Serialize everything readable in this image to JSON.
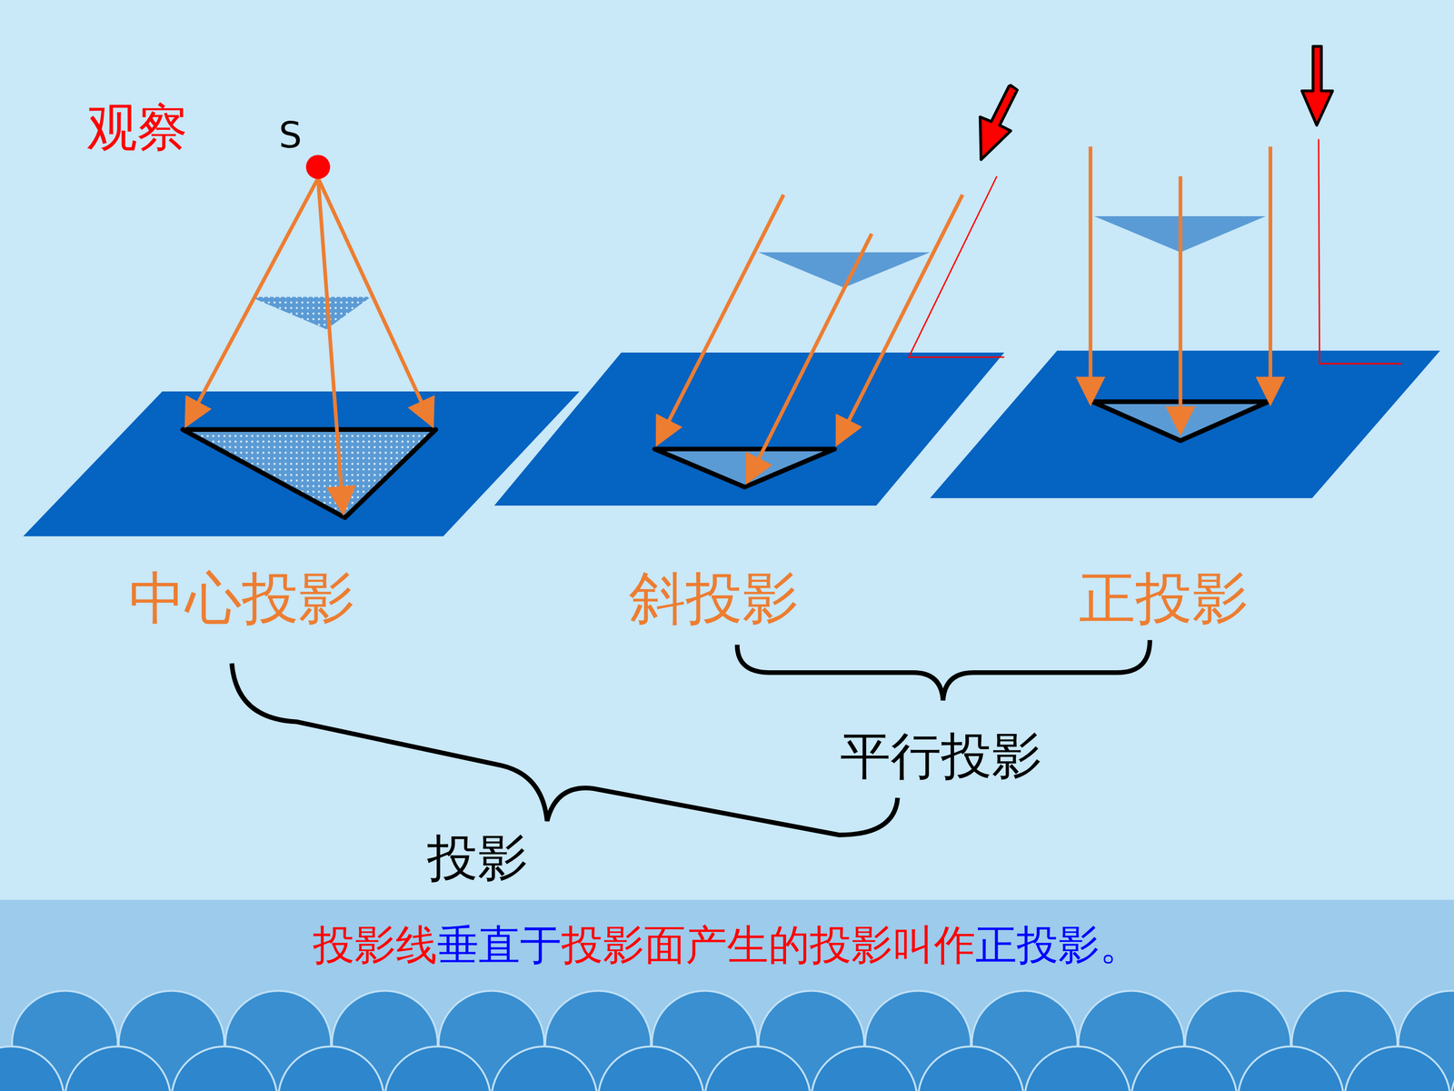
{
  "diagram": {
    "title": "观察",
    "labels": [
      "S",
      "中心投影",
      "斜投影",
      "正投影",
      "平行投影",
      "投影",
      "投影线",
      "垂直于",
      "投影面产生的投影叫作",
      "正投影",
      "。"
    ]
  }
}
